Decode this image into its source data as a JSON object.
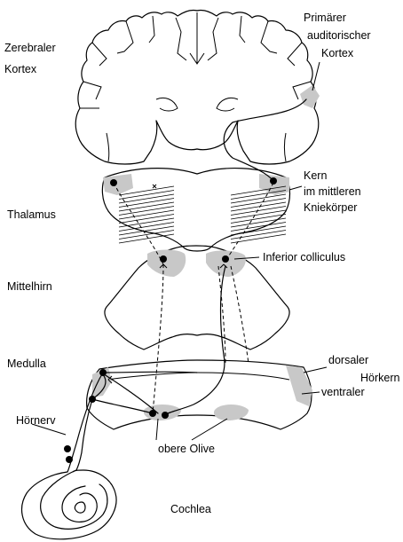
{
  "labels": {
    "cortex": [
      "Zerebraler",
      "Kortex"
    ],
    "primary_auditory_cortex": [
      "Primärer",
      "auditorischer",
      "Kortex"
    ],
    "thalamus": "Thalamus",
    "mgn": [
      "Kern",
      "im mittleren",
      "Kniekörper"
    ],
    "midbrain": "Mittelhirn",
    "inferior_colliculus": "Inferior colliculus",
    "medulla": "Medulla",
    "dorsal_nucleus": "dorsaler",
    "cochlear_nucleus": "Hörkern",
    "ventral_nucleus": "ventraler",
    "auditory_nerve": "Hörnerv",
    "superior_olive": "obere Olive",
    "cochlea": "Cochlea"
  },
  "colors": {
    "line": "#000000",
    "shading": "#c8c8c8",
    "background": "#ffffff"
  }
}
